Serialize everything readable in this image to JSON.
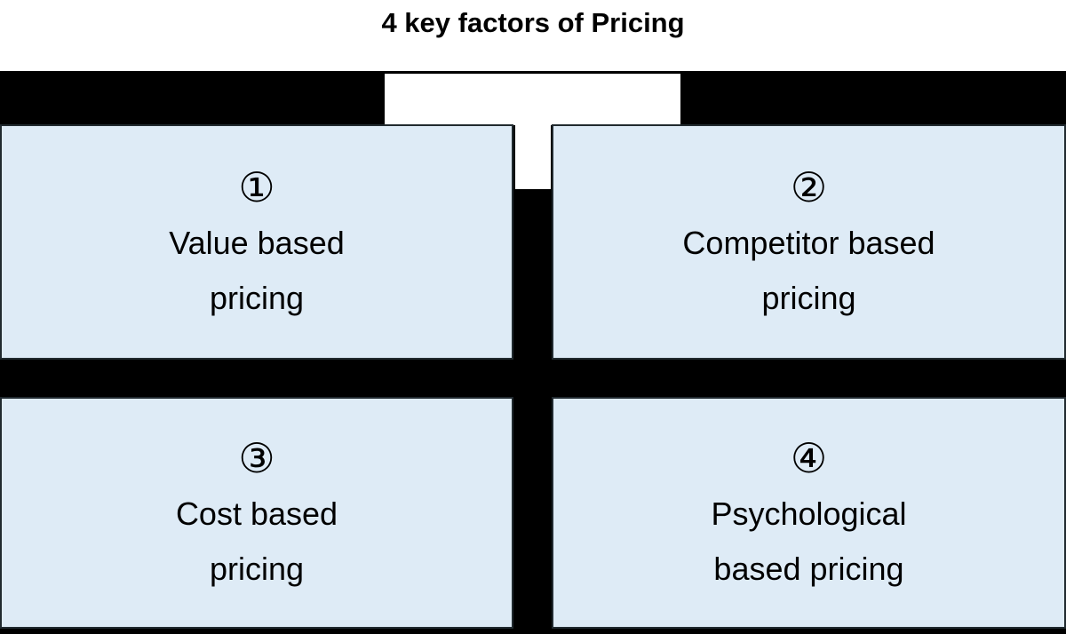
{
  "title": "4 key factors of Pricing",
  "boxes": [
    {
      "number": "①",
      "line1": "Value based",
      "line2": "pricing"
    },
    {
      "number": "②",
      "line1": "Competitor based",
      "line2": "pricing"
    },
    {
      "number": "③",
      "line1": "Cost based",
      "line2": "pricing"
    },
    {
      "number": "④",
      "line1": "Psychological",
      "line2": "based pricing"
    }
  ],
  "colors": {
    "page_background": "#ffffff",
    "background_band": "#000000",
    "box_fill": "#deebf6",
    "box_border": "#212a2f",
    "text": "#000000"
  }
}
